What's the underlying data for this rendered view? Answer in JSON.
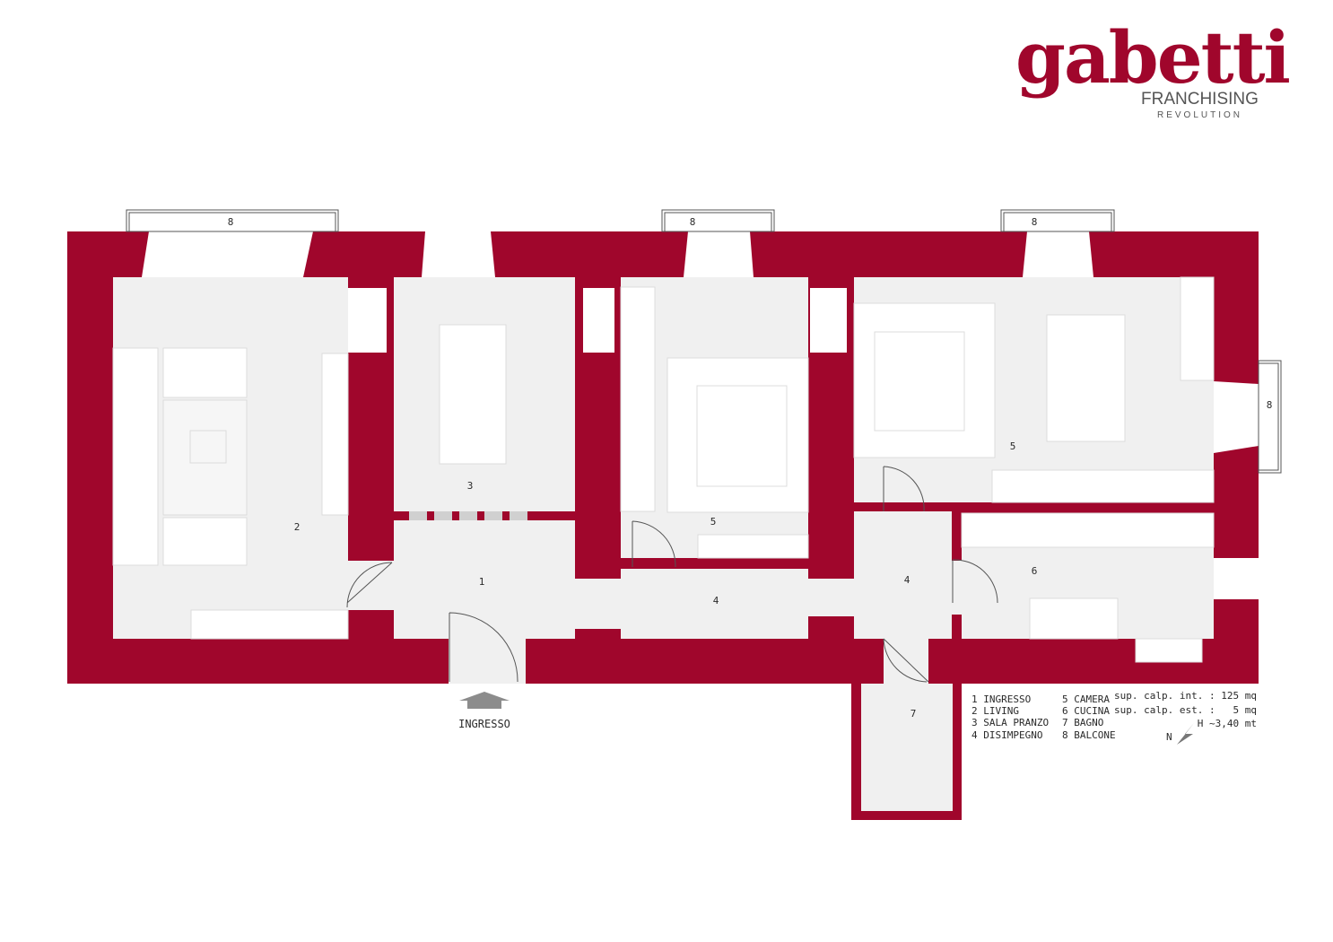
{
  "colors": {
    "wall": "#a0062c",
    "floor": "#f0f0f0",
    "brand": "#a0062c",
    "line": "#8a8a8a"
  },
  "logo": {
    "word": "gabetti",
    "line1": "FRANCHISING",
    "line2": "REVOLUTION"
  },
  "room_labels": {
    "r1": "1",
    "r2": "2",
    "r3": "3",
    "r4a": "4",
    "r4b": "4",
    "r5a": "5",
    "r5b": "5",
    "r6": "6",
    "r7": "7",
    "b1": "8",
    "b2": "8",
    "b3": "8",
    "b4": "8"
  },
  "entrance": {
    "label": "INGRESSO",
    "icon": "entrance-arrow-icon"
  },
  "legend": {
    "col1": [
      "1 INGRESSO",
      "2 LIVING",
      "3 SALA PRANZO",
      "4 DISIMPEGNO"
    ],
    "col2": [
      "5 CAMERA",
      "6 CUCINA",
      "7 BAGNO",
      "8 BALCONE"
    ]
  },
  "surface": {
    "int": "sup. calp. int. : 125 mq",
    "est": "sup. calp. est. :   5 mq",
    "height": "H ~3,40 mt"
  },
  "north": {
    "label": "N",
    "icon": "north-arrow-icon"
  }
}
